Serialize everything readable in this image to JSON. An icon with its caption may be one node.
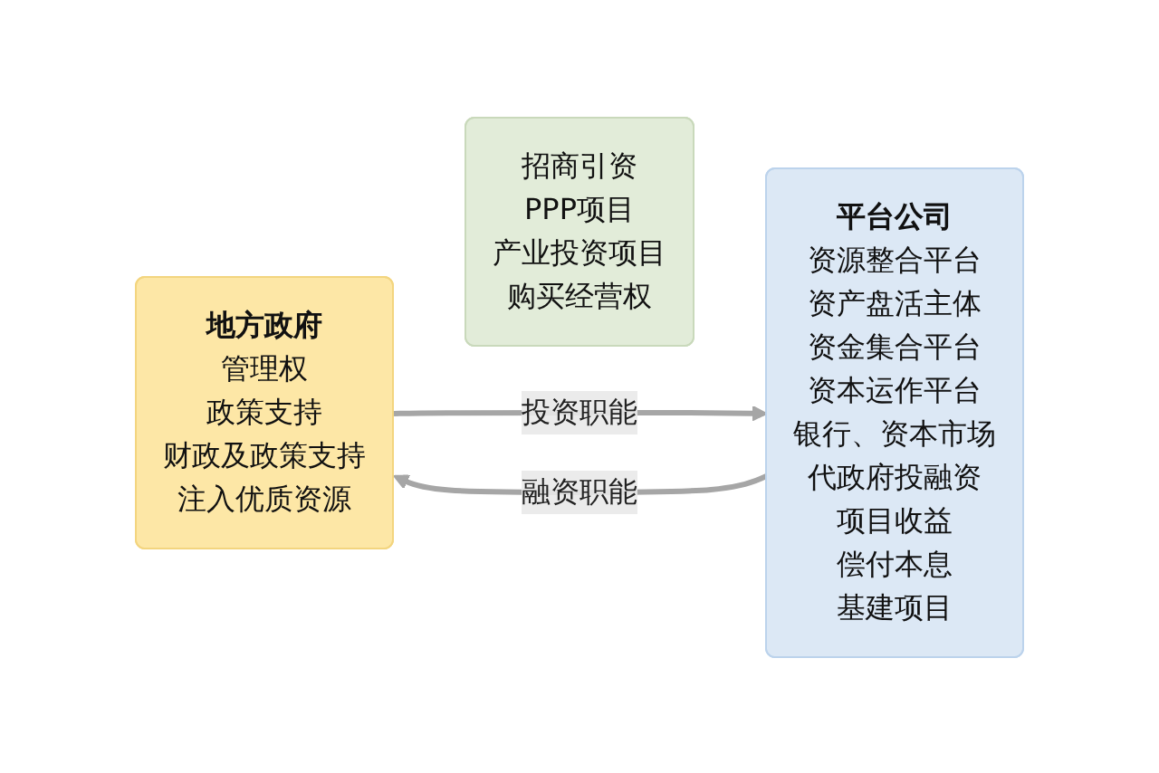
{
  "diagram": {
    "nodes": [
      {
        "text": [
          "地方政府",
          "管理权",
          "政策支持",
          "财政及政策支持",
          "注入优质资源"
        ]
      },
      {
        "text": [
          "招商引资",
          "PPP项目",
          "产业投资项目",
          "购买经营权"
        ]
      },
      {
        "text": [
          "平台公司",
          "资源整合平台",
          "资产盘活主体",
          "资金集合平台",
          "资本运作平台",
          "银行、资本市场",
          "代政府投融资",
          "项目收益",
          "偿付本息",
          "基建项目"
        ]
      }
    ],
    "edges": [
      {
        "from": 0,
        "to": 2,
        "arrow": "to",
        "label": "投资职能"
      },
      {
        "from": 2,
        "to": 0,
        "arrow": "to",
        "label": "融资职能"
      }
    ]
  }
}
